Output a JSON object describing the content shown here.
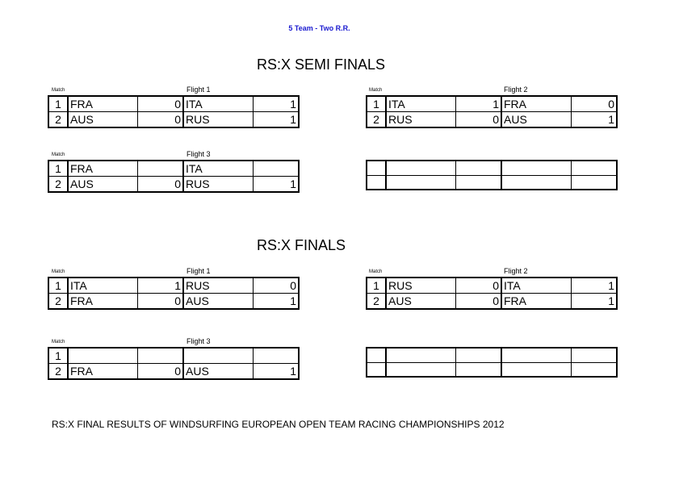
{
  "header_note": "5 Team - Two  R.R.",
  "sections": [
    {
      "title": "RS:X SEMI FINALS",
      "flights": [
        {
          "match_label": "Match",
          "flight_label": "Flight 1",
          "rows": [
            {
              "num": "1",
              "t1": "FRA",
              "s1": "0",
              "t2": "ITA",
              "s2": "1"
            },
            {
              "num": "2",
              "t1": "AUS",
              "s1": "0",
              "t2": "RUS",
              "s2": "1"
            }
          ]
        },
        {
          "match_label": "Match",
          "flight_label": "Flight 2",
          "rows": [
            {
              "num": "1",
              "t1": "ITA",
              "s1": "1",
              "t2": "FRA",
              "s2": "0"
            },
            {
              "num": "2",
              "t1": "RUS",
              "s1": "0",
              "t2": "AUS",
              "s2": "1"
            }
          ]
        },
        {
          "match_label": "Match",
          "flight_label": "Flight 3",
          "rows": [
            {
              "num": "1",
              "t1": "FRA",
              "s1": "",
              "t2": "ITA",
              "s2": ""
            },
            {
              "num": "2",
              "t1": "AUS",
              "s1": "0",
              "t2": "RUS",
              "s2": "1"
            }
          ]
        },
        {
          "match_label": "",
          "flight_label": "",
          "rows": [
            {
              "num": "",
              "t1": "",
              "s1": "",
              "t2": "",
              "s2": ""
            },
            {
              "num": "",
              "t1": "",
              "s1": "",
              "t2": "",
              "s2": ""
            }
          ]
        }
      ]
    },
    {
      "title": "RS:X  FINALS",
      "flights": [
        {
          "match_label": "Match",
          "flight_label": "Flight 1",
          "rows": [
            {
              "num": "1",
              "t1": "ITA",
              "s1": "1",
              "t2": "RUS",
              "s2": "0"
            },
            {
              "num": "2",
              "t1": "FRA",
              "s1": "0",
              "t2": "AUS",
              "s2": "1"
            }
          ]
        },
        {
          "match_label": "Match",
          "flight_label": "Flight 2",
          "rows": [
            {
              "num": "1",
              "t1": "RUS",
              "s1": "0",
              "t2": "ITA",
              "s2": "1"
            },
            {
              "num": "2",
              "t1": "AUS",
              "s1": "0",
              "t2": "FRA",
              "s2": "1"
            }
          ]
        },
        {
          "match_label": "Match",
          "flight_label": "Flight 3",
          "rows": [
            {
              "num": "1",
              "t1": "",
              "s1": "",
              "t2": "",
              "s2": ""
            },
            {
              "num": "2",
              "t1": "FRA",
              "s1": "0",
              "t2": "AUS",
              "s2": "1"
            }
          ]
        },
        {
          "match_label": "",
          "flight_label": "",
          "rows": [
            {
              "num": "",
              "t1": "",
              "s1": "",
              "t2": "",
              "s2": ""
            },
            {
              "num": "",
              "t1": "",
              "s1": "",
              "t2": "",
              "s2": ""
            }
          ]
        }
      ]
    }
  ],
  "footer": "RS:X FINAL RESULTS OF WINDSURFING EUROPEAN OPEN TEAM RACING CHAMPIONSHIPS 2012"
}
